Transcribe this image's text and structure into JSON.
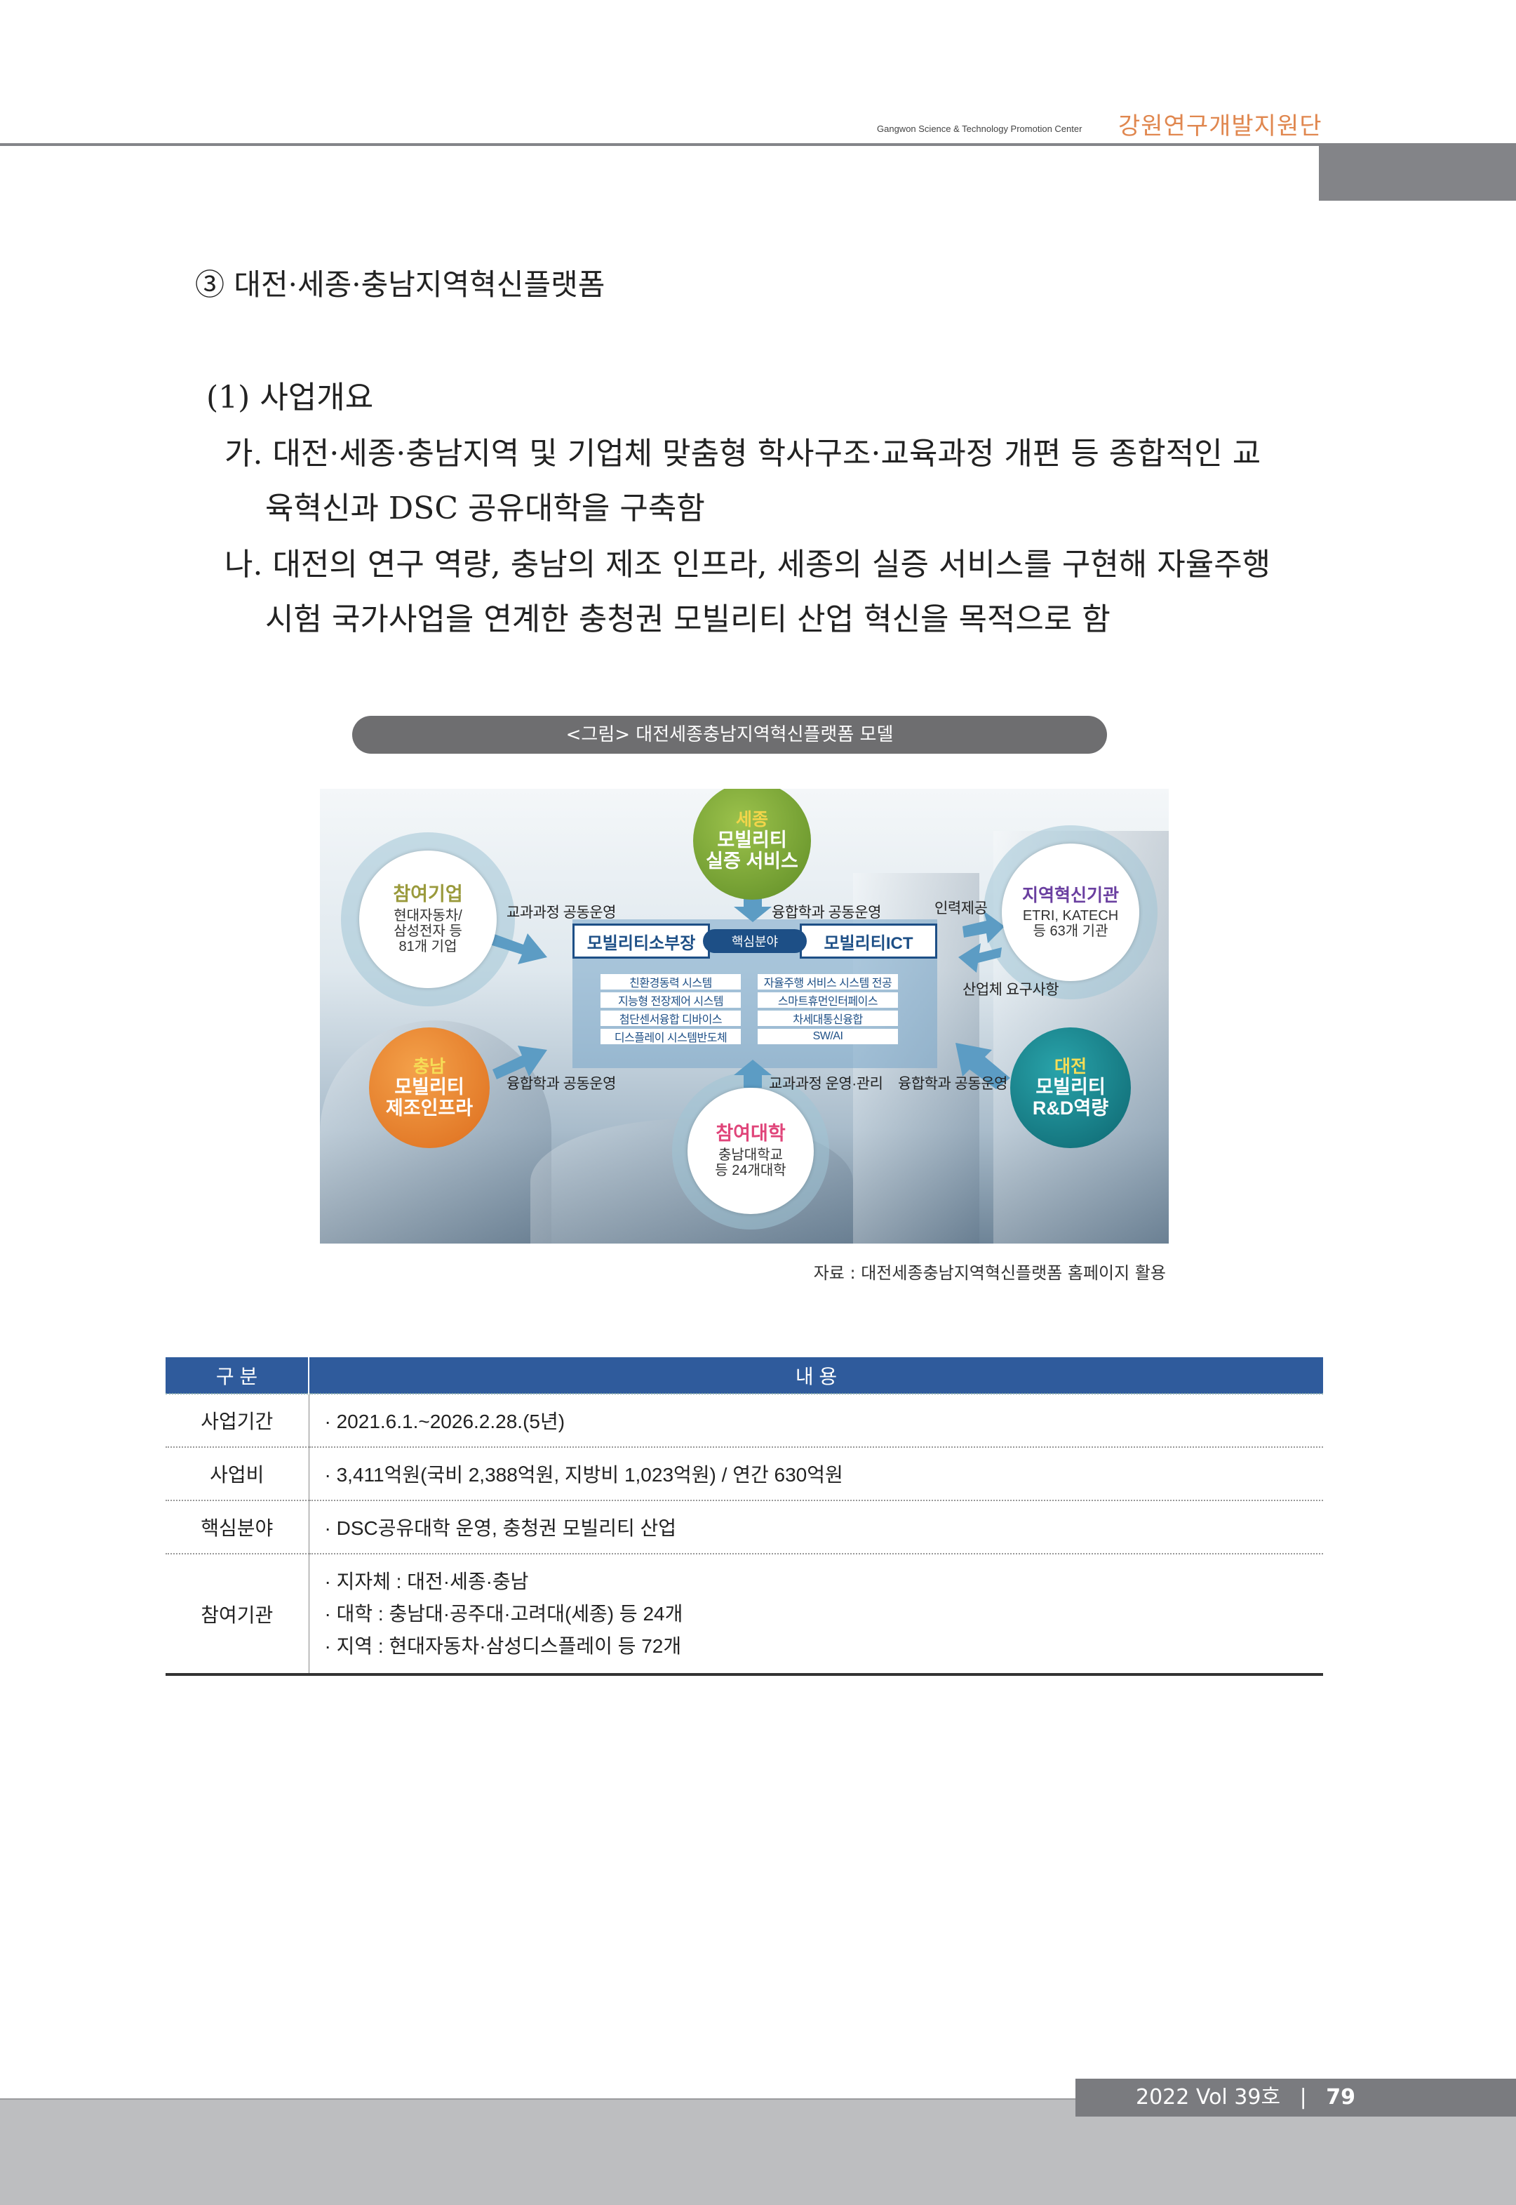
{
  "header": {
    "org_en": "Gangwon Science & Technology Promotion Center",
    "org_ko": "강원연구개발지원단"
  },
  "section_title": "③ 대전·세종·충남지역혁신플랫폼",
  "subsection": "(1) 사업개요",
  "paragraphs": [
    {
      "lines": [
        "가. 대전·세종·충남지역 및 기업체 맞춤형 학사구조·교육과정 개편 등 종합적인 교",
        "육혁신과 DSC 공유대학을 구축함"
      ]
    },
    {
      "lines": [
        "나. 대전의 연구 역량, 충남의 제조 인프라, 세종의 실증 서비스를 구현해 자율주행",
        "시험 국가사업을 연계한 충청권 모빌리티 산업 혁신을 목적으로 함"
      ]
    }
  ],
  "figure": {
    "caption": "<그림> 대전세종충남지역혁신플랫폼 모델",
    "sejong": {
      "title": "세종",
      "line1": "모빌리티",
      "line2": "실증 서비스"
    },
    "company": {
      "title": "참여기업",
      "line1": "현대자동차/",
      "line2": "삼성전자 등",
      "line3": "81개 기업"
    },
    "institute": {
      "title": "지역혁신기관",
      "line1": "ETRI, KATECH",
      "line2": "등 63개 기관"
    },
    "chungnam": {
      "title": "충남",
      "line1": "모빌리티",
      "line2": "제조인프라"
    },
    "daejeon": {
      "title": "대전",
      "line1": "모빌리티",
      "line2": "R&D역량"
    },
    "university": {
      "title": "참여대학",
      "line1": "충남대학교",
      "line2": "등 24개대학"
    },
    "labels": {
      "curriculum_joint": "교과과정 공동운영",
      "convergence_top": "융합학과 공동운영",
      "manpower": "인력제공",
      "industry_needs": "산업체 요구사항",
      "convergence_left": "융합학과 공동운영",
      "curriculum_manage": "교과과정 운영·관리",
      "convergence_right": "융합학과 공동운영"
    },
    "core": {
      "left": "모빌리티소부장",
      "center": "핵심분야",
      "right": "모빌리티ICT",
      "left_items": [
        "친환경동력 시스템",
        "지능형 전장제어 시스템",
        "첨단센서융합 디바이스",
        "디스플레이 시스템반도체"
      ],
      "right_items": [
        "자율주행 서비스 시스템 전공",
        "스마트휴먼인터페이스",
        "차세대통신융합",
        "SW/AI"
      ]
    },
    "source": "자료 : 대전세종충남지역혁신플랫폼 홈페이지 활용"
  },
  "table": {
    "headers": [
      "구 분",
      "내 용"
    ],
    "rows": [
      {
        "label": "사업기간",
        "items": [
          "· 2021.6.1.~2026.2.28.(5년)"
        ]
      },
      {
        "label": "사업비",
        "items": [
          "· 3,411억원(국비 2,388억원, 지방비 1,023억원) / 연간 630억원"
        ]
      },
      {
        "label": "핵심분야",
        "items": [
          "· DSC공유대학 운영, 충청권 모빌리티 산업"
        ]
      },
      {
        "label": "참여기관",
        "items": [
          "· 지자체 : 대전·세종·충남",
          "· 대학 : 충남대·공주대·고려대(세종) 등 24개",
          "· 지역 : 현대자동차·삼성디스플레이 등 72개"
        ]
      }
    ]
  },
  "footer": {
    "issue": "2022 Vol 39호",
    "sep": "|",
    "page": "79"
  },
  "colors": {
    "accent": "#e0874f",
    "table_header": "#2f5b9c",
    "green": "#7aa636",
    "orange": "#e9822b",
    "teal": "#137c86"
  }
}
